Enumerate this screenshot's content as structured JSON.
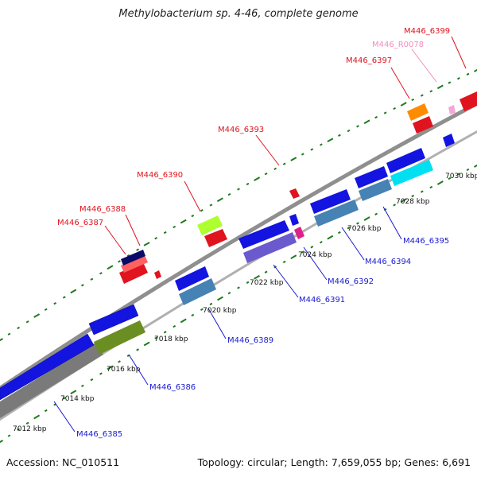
{
  "title": "Methylobacterium sp. 4-46, complete genome",
  "footer": {
    "accession": "Accession: NC_010511",
    "summary": "Topology: circular; Length: 7,659,055 bp; Genes: 6,691"
  },
  "colors": {
    "backbone": "#909090",
    "tick": "#1e7a1e",
    "label_top": "#e0141e",
    "label_rna": "#f28dbd",
    "label_bottom": "#1a1ad2"
  },
  "axis_labels": [
    "7012 kbp",
    "7014 kbp",
    "7016 kbp",
    "7018 kbp",
    "7020 kbp",
    "7022 kbp",
    "7024 kbp",
    "7026 kbp",
    "7028 kbp",
    "7030 kbp"
  ],
  "gene_labels": {
    "top": [
      "M446_6387",
      "M446_6388",
      "M446_6390",
      "M446_6393",
      "M446_6397",
      "M446_R0078",
      "M446_6399"
    ],
    "bottom": [
      "M446_6385",
      "M446_6386",
      "M446_6389",
      "M446_6391",
      "M446_6392",
      "M446_6394",
      "M446_6395"
    ]
  }
}
